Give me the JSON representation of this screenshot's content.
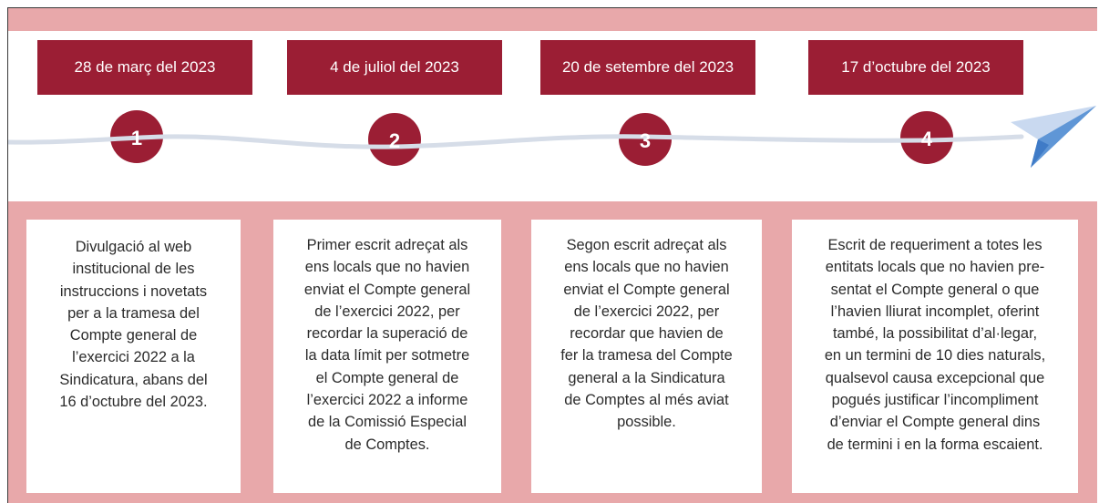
{
  "colors": {
    "band": "#e8a8aa",
    "accent": "#9b1e34",
    "line": "#d6dde8",
    "plane_light": "#b9cdea",
    "plane_dark": "#4a86cf"
  },
  "icons": {
    "plane": "paper-plane-icon"
  },
  "timeline": {
    "dates": [
      "28 de març del 2023",
      "4 de juliol del 2023",
      "20 de setembre del 2023",
      "17 d’octubre del 2023"
    ],
    "steps": [
      "1",
      "2",
      "3",
      "4"
    ],
    "cards": [
      [
        "Divulgació al web",
        "institucional de les",
        "instruccions i novetats",
        "per a la tramesa del",
        "Compte general de",
        "l’exercici 2022 a la",
        "Sindicatura, abans del",
        "16 d’octubre del 2023."
      ],
      [
        "Primer escrit adreçat als",
        "ens locals que no havien",
        "enviat el Compte general",
        "de l’exercici 2022, per",
        "recordar la superació de",
        "la data límit per sotmetre",
        "el Compte general de",
        "l’exercici 2022 a informe",
        "de la Comissió Especial",
        "de Comptes."
      ],
      [
        "Segon escrit adreçat als",
        "ens locals que no havien",
        "enviat el Compte general",
        "de l’exercici 2022, per",
        "recordar que havien de",
        "fer la tramesa del Compte",
        "general a la Sindicatura",
        "de Comptes al més aviat",
        "possible."
      ],
      [
        "Escrit de requeriment a totes les",
        "entitats locals que no havien pre-",
        "sentat el Compte general o que",
        "l’havien lliurat incomplet, oferint",
        "també, la possibilitat d’al·legar,",
        "en un termini de 10 dies naturals,",
        "qualsevol causa excepcional que",
        "pogués justificar l’incompliment",
        "d’enviar el Compte general dins",
        "de termini i en la forma escaient."
      ]
    ]
  }
}
